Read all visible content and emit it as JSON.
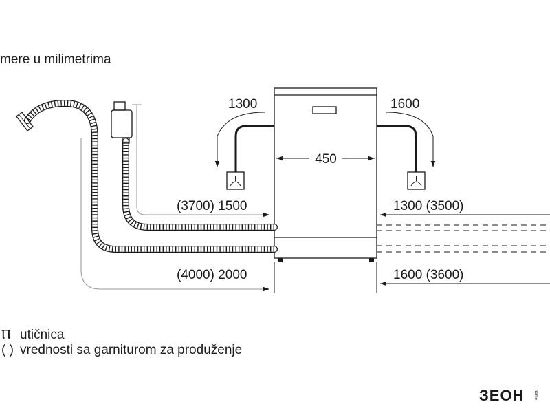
{
  "header": {
    "units_note": "mere u milimetrima"
  },
  "dimensions": {
    "top_left": "1300",
    "top_right": "1600",
    "width": "450",
    "inlet_left": "(3700) 1500",
    "inlet_right": "1300 (3500)",
    "drain_left": "(4000) 2000",
    "drain_right": "1600 (3600)"
  },
  "legend": {
    "socket_symbol": "Ⲡ",
    "socket_label": "utičnica",
    "bracket_symbol": "( )",
    "bracket_label": "vrednosti sa garniturom za produženje"
  },
  "brand": {
    "logo_text": "ЗEOH",
    "logo_sub": "home"
  }
}
